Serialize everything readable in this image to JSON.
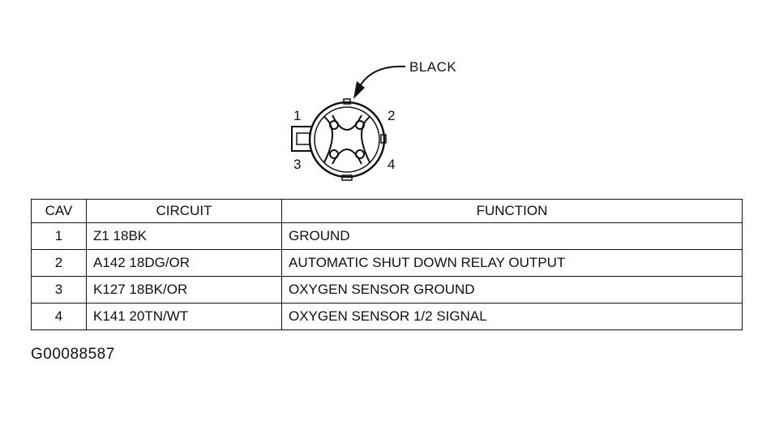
{
  "connector": {
    "color_label": "BLACK",
    "pins": [
      "1",
      "2",
      "3",
      "4"
    ]
  },
  "table": {
    "headers": {
      "cav": "CAV",
      "circuit": "CIRCUIT",
      "function": "FUNCTION"
    },
    "rows": [
      {
        "cav": "1",
        "circuit": "Z1 18BK",
        "function": "GROUND"
      },
      {
        "cav": "2",
        "circuit": "A142 18DG/OR",
        "function": "AUTOMATIC SHUT DOWN RELAY OUTPUT"
      },
      {
        "cav": "3",
        "circuit": "K127 18BK/OR",
        "function": "OXYGEN SENSOR GROUND"
      },
      {
        "cav": "4",
        "circuit": "K141 20TN/WT",
        "function": "OXYGEN SENSOR 1/2 SIGNAL"
      }
    ]
  },
  "figure_id": "G00088587"
}
